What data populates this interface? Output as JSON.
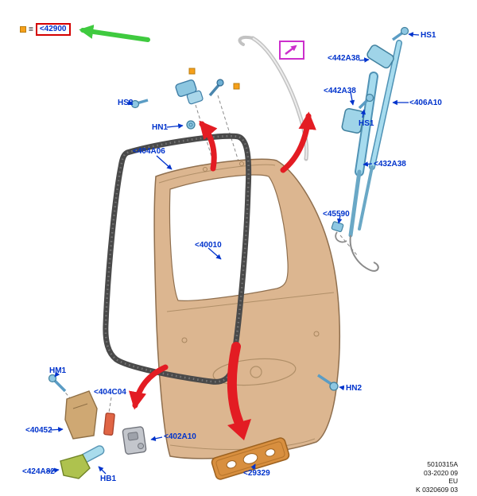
{
  "legend": {
    "symbol": "=",
    "part_ref": "<42900"
  },
  "labels": [
    {
      "id": "hs2",
      "text": "HS2"
    },
    {
      "id": "hn1",
      "text": "HN1"
    },
    {
      "id": "p404a06",
      "text": "<404A06"
    },
    {
      "id": "p40010",
      "text": "<40010"
    },
    {
      "id": "p442a38-upper",
      "text": "<442A38"
    },
    {
      "id": "p442a38-lower",
      "text": "<442A38"
    },
    {
      "id": "hs1-top",
      "text": "HS1"
    },
    {
      "id": "hs1-mid",
      "text": "HS1"
    },
    {
      "id": "p406a10",
      "text": "<406A10"
    },
    {
      "id": "p432a38",
      "text": "<432A38"
    },
    {
      "id": "p45590",
      "text": "<45590"
    },
    {
      "id": "hm1",
      "text": "HM1"
    },
    {
      "id": "p404c04",
      "text": "<404C04"
    },
    {
      "id": "p40452",
      "text": "<40452"
    },
    {
      "id": "p402a10",
      "text": "<402A10"
    },
    {
      "id": "p424a82",
      "text": "<424A82"
    },
    {
      "id": "hb1",
      "text": "HB1"
    },
    {
      "id": "hn2",
      "text": "HN2"
    },
    {
      "id": "p29329",
      "text": "<29329"
    }
  ],
  "footer": {
    "doc_id": "5010315A",
    "date": "03-2020 09",
    "region": "EU",
    "code": "K 0320609 03"
  },
  "colors": {
    "label_blue": "#0033cc",
    "arrow_red": "#e31c23",
    "arrow_green": "#3fca3f",
    "callout_magenta": "#cc2fcc",
    "legend_square_orange": "#f6a01a",
    "legend_box_border": "#d40000",
    "panel_tan": "#dcb690",
    "seal_gray": "#4a4a4a",
    "strut_cyan": "#9fd4e8",
    "scuff_plate_orange": "#d88f3f"
  }
}
